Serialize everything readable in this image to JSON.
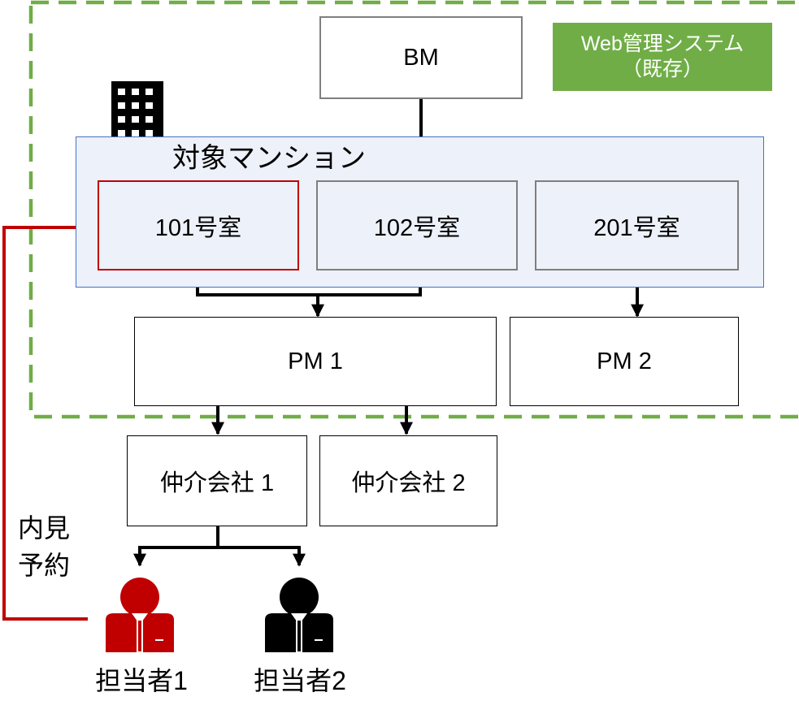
{
  "system_badge": {
    "line1": "Web管理システム",
    "line2": "（既存）",
    "color": "#70ad47"
  },
  "bm": {
    "label": "BM"
  },
  "mansion": {
    "label": "対象マンション",
    "icon": "building-icon",
    "rooms": [
      {
        "label": "101号室",
        "selected": true
      },
      {
        "label": "102号室",
        "selected": false
      },
      {
        "label": "201号室",
        "selected": false
      }
    ]
  },
  "pm": [
    {
      "label": "PM 1"
    },
    {
      "label": "PM 2"
    }
  ],
  "agencies": [
    {
      "label": "仲介会社 1"
    },
    {
      "label": "仲介会社 2"
    }
  ],
  "persons": [
    {
      "name": "担当者1",
      "icon": "person-icon",
      "color": "#c00000"
    },
    {
      "name": "担当者2",
      "icon": "person-icon",
      "color": "#000000"
    }
  ],
  "viewing": {
    "line1": "内見",
    "line2": "予約",
    "color": "#c00000"
  },
  "colors": {
    "dashed_border": "#70ad47",
    "room_border": "#7f7f7f",
    "mansion_border": "#4472c4",
    "mansion_fill": "#edf1f9",
    "highlight": "#c00000"
  }
}
